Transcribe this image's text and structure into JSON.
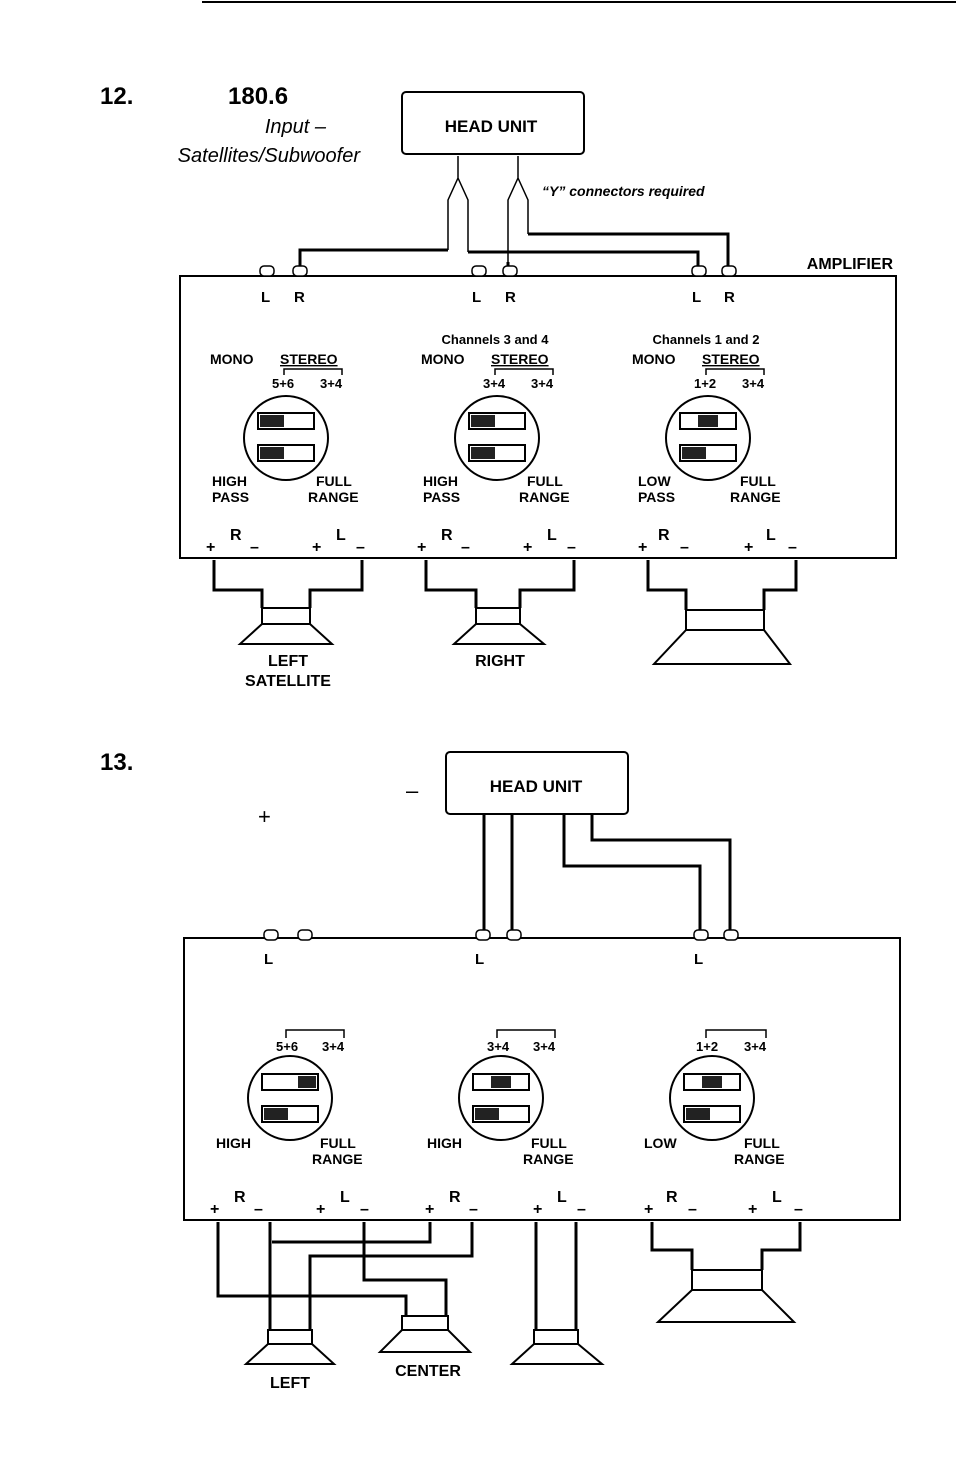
{
  "diagram12": {
    "number": "12.",
    "model": "180.6",
    "caption_line1": "Input –",
    "caption_line2": "Satellites/Subwoofer",
    "head_unit": "HEAD UNIT",
    "y_note": "“Y” connectors required",
    "amplifier": "AMPLIFIER",
    "sections": [
      {
        "in_l": "L",
        "in_r": "R",
        "title": "",
        "mono": "MONO",
        "stereo": "STEREO",
        "sw_a": "5+6",
        "sw_b": "3+4",
        "pass_a": "HIGH",
        "pass_b": "PASS",
        "range_a": "FULL",
        "range_b": "RANGE",
        "out_r": "R",
        "out_l": "L",
        "plus": "+",
        "minus": "–"
      },
      {
        "in_l": "L",
        "in_r": "R",
        "title": "Channels 3 and 4",
        "mono": "MONO",
        "stereo": "STEREO",
        "sw_a": "3+4",
        "sw_b": "3+4",
        "pass_a": "HIGH",
        "pass_b": "PASS",
        "range_a": "FULL",
        "range_b": "RANGE",
        "out_r": "R",
        "out_l": "L",
        "plus": "+",
        "minus": "–"
      },
      {
        "in_l": "L",
        "in_r": "R",
        "title": "Channels 1 and 2",
        "mono": "MONO",
        "stereo": "STEREO",
        "sw_a": "1+2",
        "sw_b": "3+4",
        "pass_a": "LOW",
        "pass_b": "PASS",
        "range_a": "FULL",
        "range_b": "RANGE",
        "out_r": "R",
        "out_l": "L",
        "plus": "+",
        "minus": "–"
      }
    ],
    "speaker_left_1": "LEFT",
    "speaker_left_2": "SATELLITE",
    "speaker_right": "RIGHT"
  },
  "diagram13": {
    "number": "13.",
    "dash": "–",
    "plus": "+",
    "head_unit": "HEAD UNIT",
    "sections": [
      {
        "in_l": "L",
        "sw_a": "5+6",
        "sw_b": "3+4",
        "pass_a": "HIGH",
        "range_a": "FULL",
        "range_b": "RANGE",
        "out_r": "R",
        "out_l": "L",
        "plus": "+",
        "minus": "–"
      },
      {
        "in_l": "L",
        "sw_a": "3+4",
        "sw_b": "3+4",
        "pass_a": "HIGH",
        "range_a": "FULL",
        "range_b": "RANGE",
        "out_r": "R",
        "out_l": "L",
        "plus": "+",
        "minus": "–"
      },
      {
        "in_l": "L",
        "sw_a": "1+2",
        "sw_b": "3+4",
        "pass_a": "LOW",
        "range_a": "FULL",
        "range_b": "RANGE",
        "out_r": "R",
        "out_l": "L",
        "plus": "+",
        "minus": "–"
      }
    ],
    "speaker_left": "LEFT",
    "speaker_center": "CENTER"
  }
}
